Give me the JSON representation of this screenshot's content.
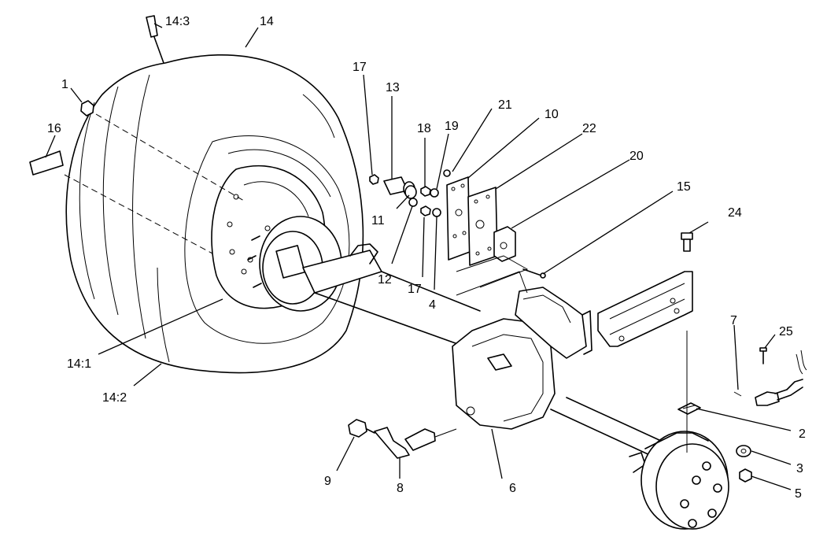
{
  "callouts": {
    "c1": "1",
    "c2": "2",
    "c3": "3",
    "c4": "4",
    "c5": "5",
    "c6": "6",
    "c7": "7",
    "c8": "8",
    "c9": "9",
    "c10": "10",
    "c11": "11",
    "c12": "12",
    "c13": "13",
    "c14": "14",
    "c14_1": "14:1",
    "c14_2": "14:2",
    "c14_3": "14:3",
    "c15": "15",
    "c16": "16",
    "c17a": "17",
    "c17b": "17",
    "c18": "18",
    "c19": "19",
    "c20": "20",
    "c21": "21",
    "c22": "22",
    "c24": "24",
    "c25": "25"
  },
  "colors": {
    "line": "#000000",
    "background": "#ffffff"
  }
}
